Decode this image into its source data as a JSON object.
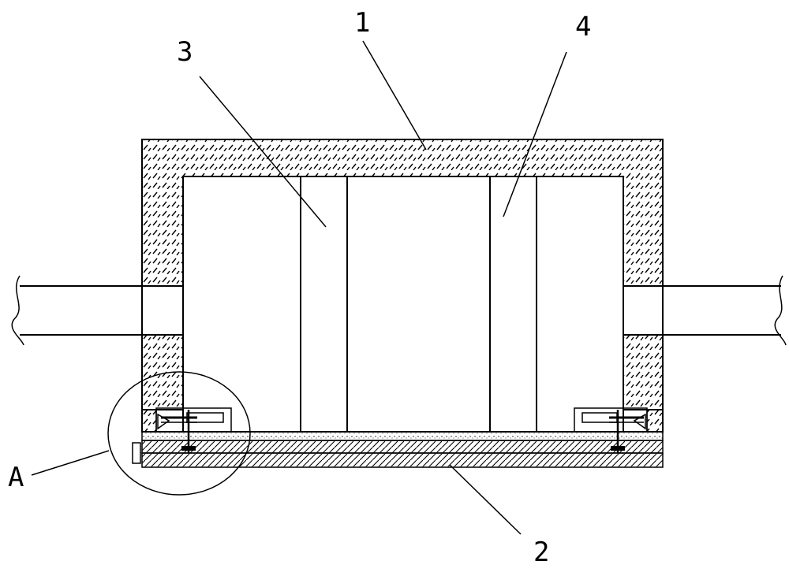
{
  "labels": {
    "part_1": "1",
    "part_2": "2",
    "part_3": "3",
    "part_4": "4",
    "detail_a": "A"
  },
  "colors": {
    "line": "#000000",
    "background": "#ffffff"
  }
}
